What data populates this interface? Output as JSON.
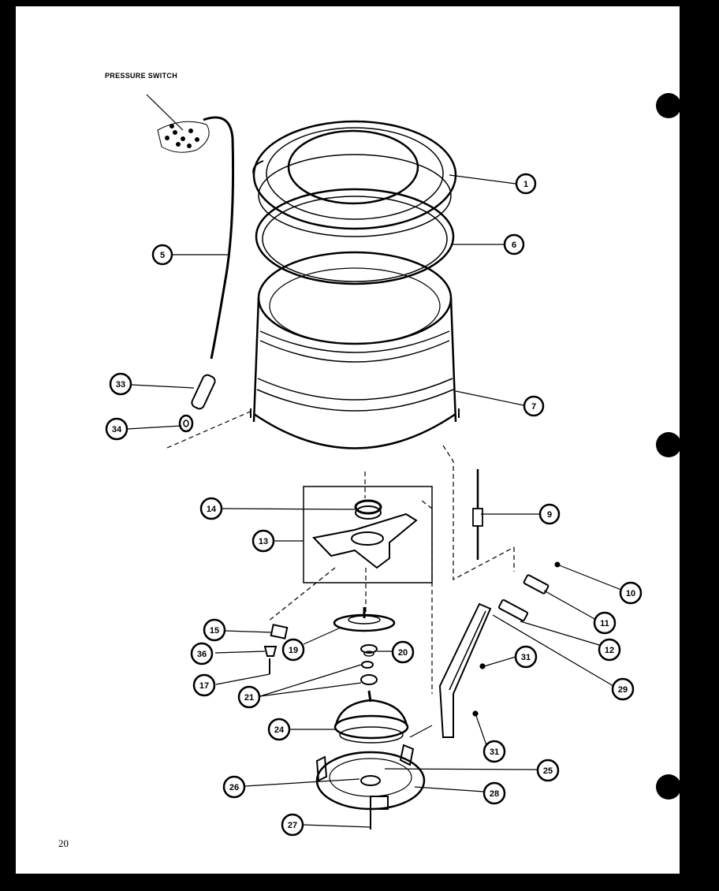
{
  "header_label": "PRESSURE SWITCH",
  "page_number": "20",
  "callouts": [
    {
      "id": "c1",
      "label": "1"
    },
    {
      "id": "c6",
      "label": "6"
    },
    {
      "id": "c5",
      "label": "5"
    },
    {
      "id": "c7",
      "label": "7"
    },
    {
      "id": "c33",
      "label": "33"
    },
    {
      "id": "c34",
      "label": "34"
    },
    {
      "id": "c9",
      "label": "9"
    },
    {
      "id": "c14",
      "label": "14"
    },
    {
      "id": "c13",
      "label": "13"
    },
    {
      "id": "c10",
      "label": "10"
    },
    {
      "id": "c11",
      "label": "11"
    },
    {
      "id": "c12",
      "label": "12"
    },
    {
      "id": "c15",
      "label": "15"
    },
    {
      "id": "c19",
      "label": "19"
    },
    {
      "id": "c20",
      "label": "20"
    },
    {
      "id": "c36",
      "label": "36"
    },
    {
      "id": "c31a",
      "label": "31"
    },
    {
      "id": "c29",
      "label": "29"
    },
    {
      "id": "c17",
      "label": "17"
    },
    {
      "id": "c21",
      "label": "21"
    },
    {
      "id": "c24",
      "label": "24"
    },
    {
      "id": "c31b",
      "label": "31"
    },
    {
      "id": "c25",
      "label": "25"
    },
    {
      "id": "c26",
      "label": "26"
    },
    {
      "id": "c28",
      "label": "28"
    },
    {
      "id": "c27",
      "label": "27"
    }
  ]
}
